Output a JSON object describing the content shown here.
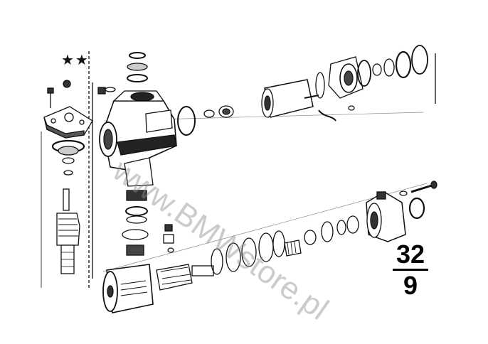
{
  "diagram": {
    "markers": "★★",
    "watermark": "www.BMWstore.pl",
    "group_number": "32",
    "sheet_number": "9"
  }
}
